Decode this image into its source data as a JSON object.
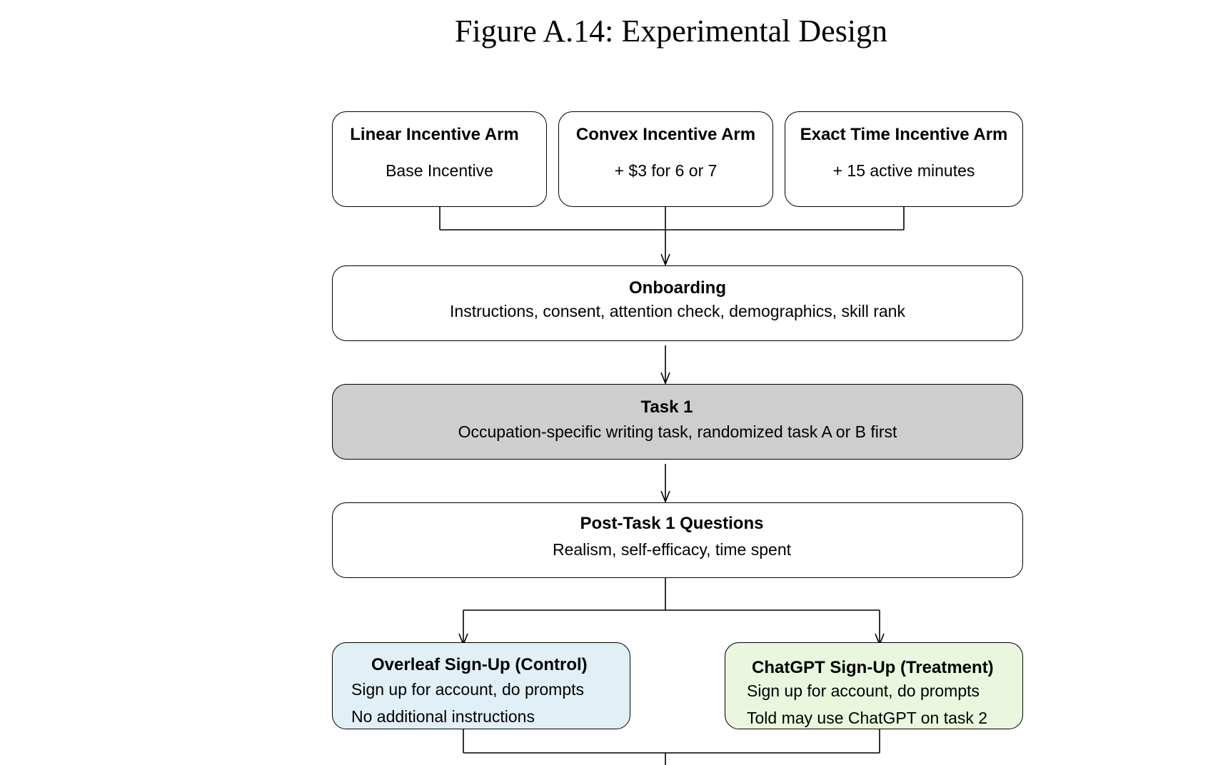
{
  "figure_title": "Figure A.14: Experimental Design",
  "arms": [
    {
      "title": "Linear Incentive Arm",
      "detail": "Base Incentive"
    },
    {
      "title": "Convex Incentive Arm",
      "detail": "+ $3 for 6 or 7"
    },
    {
      "title": "Exact Time Incentive Arm",
      "detail": "+ 15 active minutes"
    }
  ],
  "onboarding": {
    "title": "Onboarding",
    "detail": "Instructions, consent, attention check, demographics, skill rank"
  },
  "task1": {
    "title": "Task 1",
    "detail": "Occupation-specific writing task, randomized task A or B first"
  },
  "post_task1": {
    "title": "Post-Task 1 Questions",
    "detail": "Realism, self-efficacy, time spent"
  },
  "control": {
    "title": "Overleaf Sign-Up (Control)",
    "line1": "Sign up for account, do prompts",
    "line2": "No additional instructions"
  },
  "treatment": {
    "title": "ChatGPT Sign-Up (Treatment)",
    "line1": "Sign up for account, do prompts",
    "line2": "Told may use ChatGPT on task 2"
  },
  "colors": {
    "task_fill": "#cecece",
    "control_fill": "#e1f0f6",
    "treatment_fill": "#eaf7de",
    "stroke": "#000000"
  }
}
